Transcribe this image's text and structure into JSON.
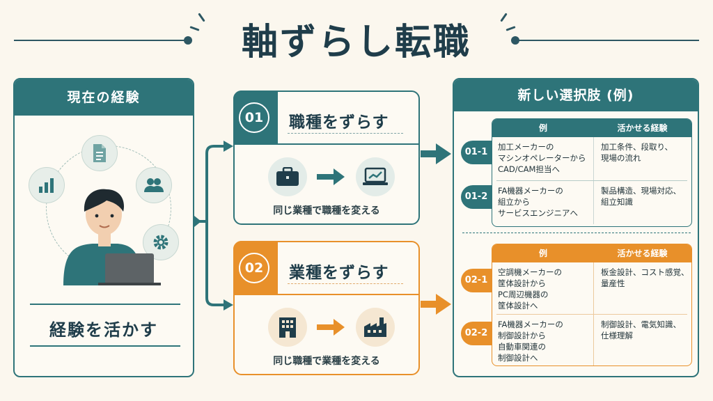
{
  "title": "軸ずらし転職",
  "left": {
    "header": "現在の経験",
    "footer": "経験を活かす"
  },
  "middle": [
    {
      "number": "01",
      "title": "職種をずらす",
      "subtitle": "同じ業種で職種を変える",
      "icons": [
        "briefcase-icon",
        "arrow-right-icon",
        "laptop-chart-icon"
      ]
    },
    {
      "number": "02",
      "title": "業種をずらす",
      "subtitle": "同じ職種で業種を変える",
      "icons": [
        "building-icon",
        "arrow-right-icon",
        "factory-icon"
      ]
    }
  ],
  "right": {
    "header": "新しい選択肢 (例)",
    "col_example": "例",
    "col_experience": "活かせる経験",
    "rows": [
      {
        "id": "01-1",
        "example": [
          "加工メーカーの",
          "マシンオペレーターから",
          "CAD/CAM担当へ"
        ],
        "experience": [
          "加工条件、段取り、",
          "現場の流れ"
        ]
      },
      {
        "id": "01-2",
        "example": [
          "FA機器メーカーの",
          "組立から",
          "サービスエンジニアへ"
        ],
        "experience": [
          "製品構造、現場対応、",
          "組立知識"
        ]
      },
      {
        "id": "02-1",
        "example": [
          "空調機メーカーの",
          "筐体設計から",
          "PC周辺機器の",
          "筐体設計へ"
        ],
        "experience": [
          "板金設計、コスト感覚、",
          "量産性"
        ]
      },
      {
        "id": "02-2",
        "example": [
          "FA機器メーカーの",
          "制御設計から",
          "自動車関連の",
          "制御設計へ"
        ],
        "experience": [
          "制御設計、電気知識、",
          "仕様理解"
        ]
      }
    ]
  },
  "colors": {
    "teal": "#2e7479",
    "orange": "#e8902a",
    "navy": "#1f3d4a",
    "background": "#fbf7ee"
  }
}
